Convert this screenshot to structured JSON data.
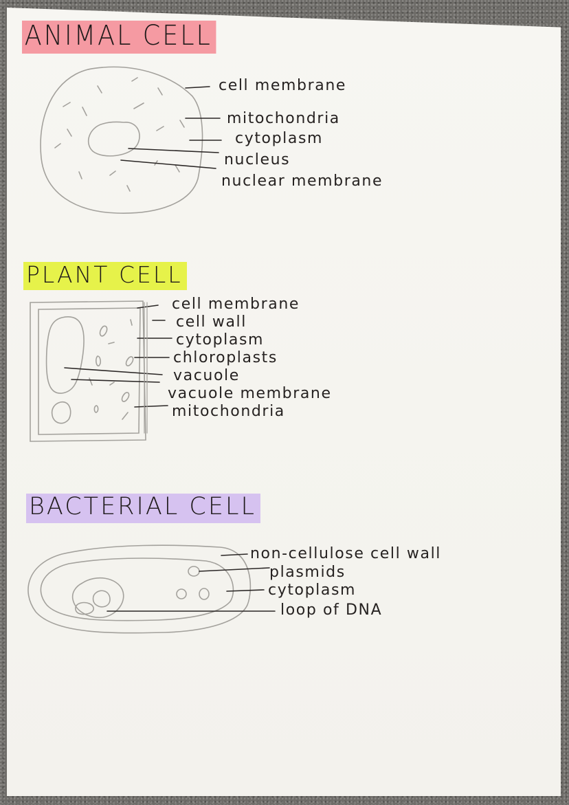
{
  "page": {
    "background_colors": {
      "paper": "#f5f4ef",
      "carpet": "#6e6c68",
      "ink": "#262221"
    }
  },
  "sections": {
    "animal": {
      "title": "ANIMAL CELL",
      "highlight_color": "#f59aa2",
      "labels": [
        "cell membrane",
        "mitochondria",
        "cytoplasm",
        "nucleus",
        "nuclear membrane"
      ]
    },
    "plant": {
      "title": "PLANT CELL",
      "highlight_color": "#e6f24a",
      "labels": [
        "cell membrane",
        "cell wall",
        "cytoplasm",
        "chloroplasts",
        "vacuole",
        "vacuole membrane",
        "mitochondria"
      ]
    },
    "bacterial": {
      "title": "BACTERIAL CELL",
      "highlight_color": "#d6c2f0",
      "labels": [
        "non-cellulose cell wall",
        "plasmids",
        "cytoplasm",
        "loop of DNA"
      ]
    }
  }
}
